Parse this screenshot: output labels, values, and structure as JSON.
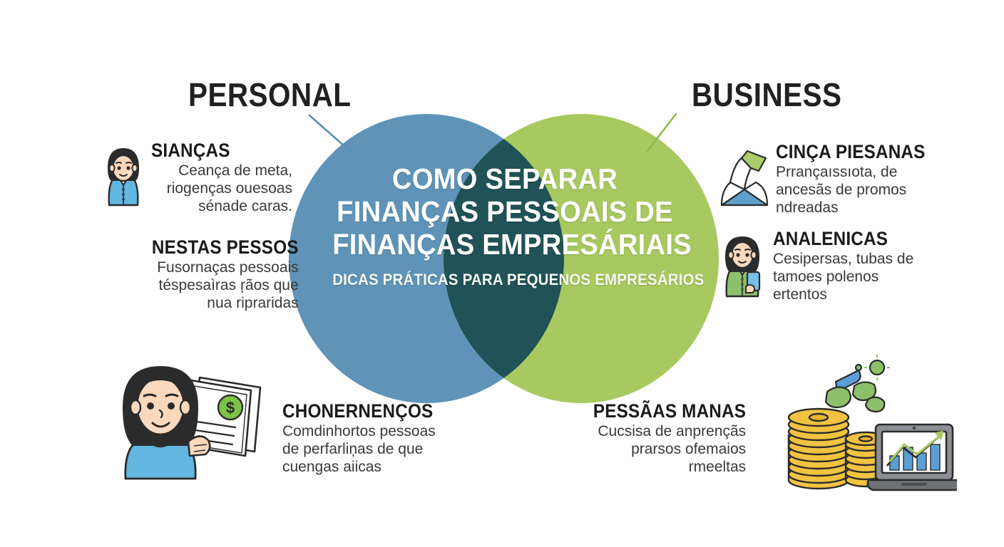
{
  "meta": {
    "background_color": "#fefefe"
  },
  "colors": {
    "circle_personal": "#5f94b8",
    "circle_business": "#a7c95f",
    "circle_overlap": "#205257",
    "leader_personal": "#5f8fb0",
    "leader_business": "#8fb94e",
    "heading_text": "#1c1b19",
    "body_text": "#3b3a38",
    "center_text": "#ffffff"
  },
  "venn": {
    "left_label": "PERSONAL",
    "right_label": "BUSINESS"
  },
  "center": {
    "title_lines": [
      "COMO SEPARAR",
      "FINANÇAS PESSOAIS DE",
      "FINANÇAS EMPRESÁRIAIS"
    ],
    "subtitle": "DICAS PRÁTICAS PARA PEQUENOS EMPRESÁRIOS"
  },
  "callouts": [
    {
      "id": "siancas",
      "icon": "woman-blue-shirt-icon",
      "title": "SIANÇAS",
      "body_lines": [
        "Ceança de meta,",
        "riogenças ouesoas",
        "sénade caras."
      ],
      "align": "right"
    },
    {
      "id": "nestas",
      "icon": "none",
      "title": "NESTAS PESSOS",
      "body_lines": [
        "Fusornaças pessoais",
        "téspesaìras ŗãos que",
        "nua ripraridas"
      ],
      "align": "right"
    },
    {
      "id": "cinca",
      "icon": "open-book-bookmark-icon",
      "title": "CINÇA PIESANAS",
      "body_lines": [
        "Prrançaıssıota, de",
        "ancesãs de promos",
        "ndreadas"
      ],
      "align": "left"
    },
    {
      "id": "analenicas",
      "icon": "woman-green-shirt-phone-icon",
      "title": "ANALENICAS",
      "body_lines": [
        "Cesipersas, tubas de",
        "tamoes polenos",
        "ertentos"
      ],
      "align": "left"
    },
    {
      "id": "chonernencos",
      "icon": "woman-documents-dollar-icon",
      "title": "CHONERNENÇOS",
      "body_lines": [
        "Comdinhortos pessoas",
        "de perfarliņas de que",
        "cuengas aiicas"
      ],
      "align": "left"
    },
    {
      "id": "pessoas",
      "icon": "coins-laptop-chart-icon",
      "title": "PESSÃAS MANAS",
      "body_lines": [
        "Cucsisa de anprençãs",
        "prarsos ofemaios",
        "rmeeltas"
      ],
      "align": "right"
    }
  ]
}
